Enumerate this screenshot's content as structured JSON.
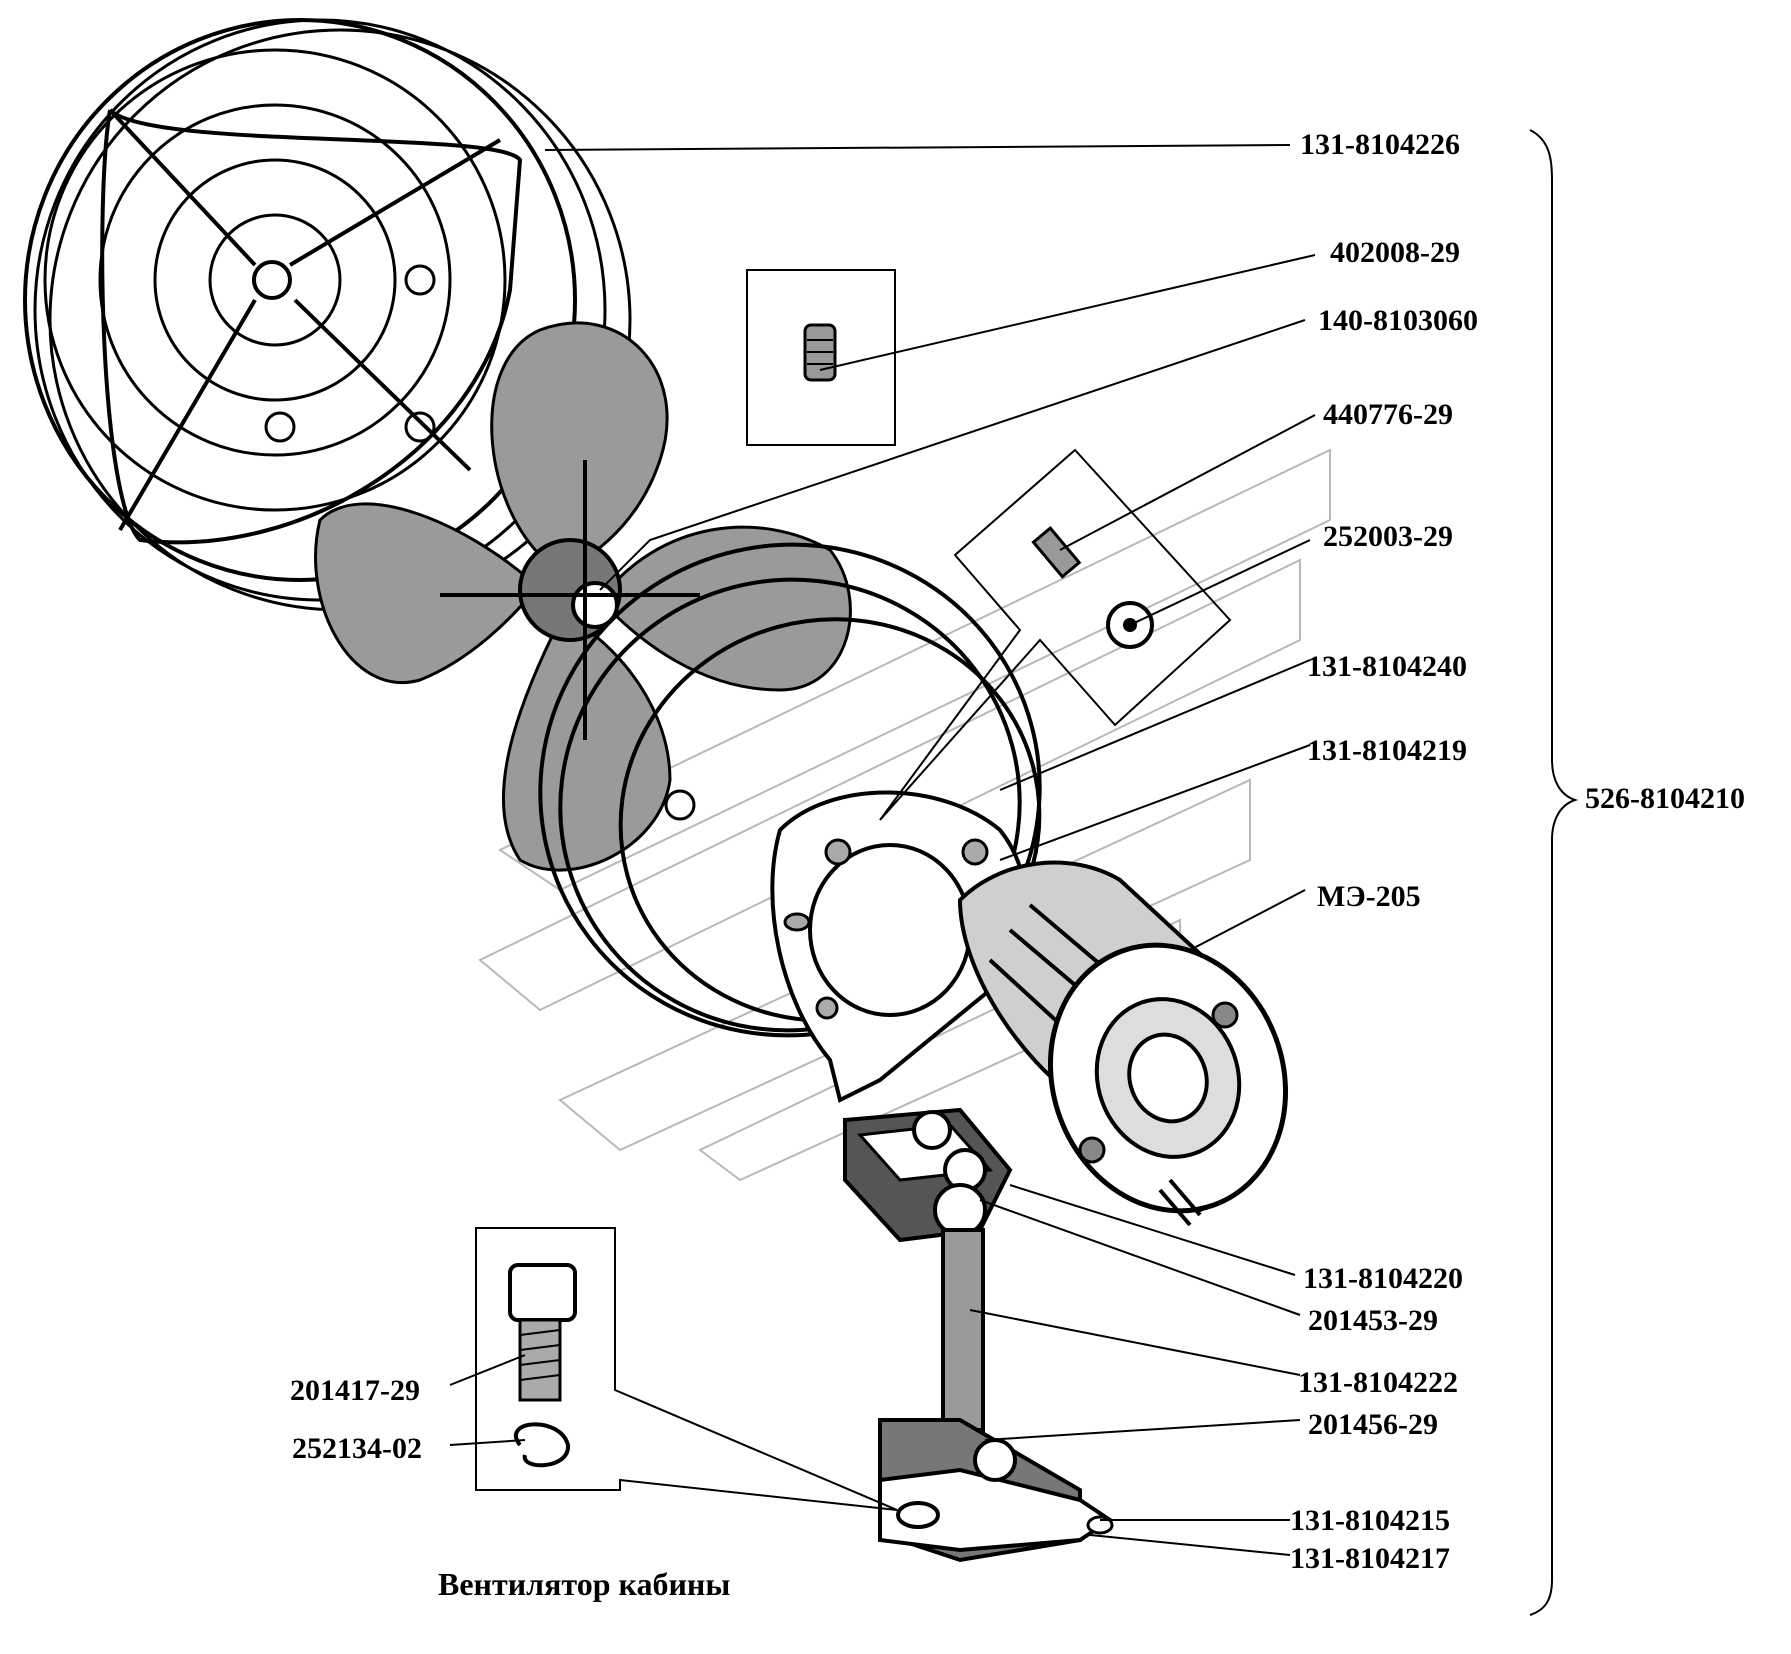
{
  "caption": "Вентилятор кабины",
  "assembly_label": "526-8104210",
  "parts": {
    "grille": "131-8104226",
    "set_screw": "402008-29",
    "impeller": "140-8103060",
    "motor_screw": "440776-29",
    "motor_washer": "252003-29",
    "ring_outer": "131-8104240",
    "flange": "131-8104219",
    "motor": "МЭ-205",
    "clamp": "131-8104220",
    "clamp_bolt": "201453-29",
    "post": "131-8104222",
    "base_bolt": "201456-29",
    "base": "131-8104215",
    "base_plate": "131-8104217",
    "mount_bolt": "201417-29",
    "mount_washer": "252134-02"
  }
}
